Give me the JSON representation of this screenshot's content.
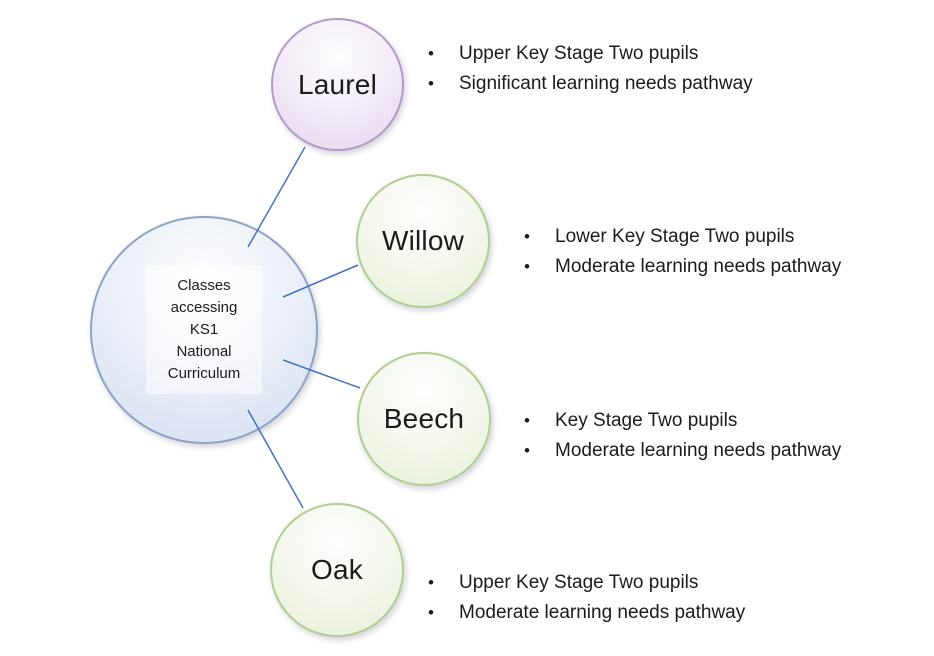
{
  "diagram": {
    "bullet_glyph": "•",
    "connector_color": "#4472c4",
    "center": {
      "label": "Classes accessing KS1 National Curriculum",
      "lines": [
        "Classes",
        "accessing",
        "KS1",
        "National",
        "Curriculum"
      ],
      "fill": "#dde5f3",
      "border": "#8da4c9"
    },
    "nodes": [
      {
        "id": "laurel",
        "label": "Laurel",
        "fill": "#ebdff2",
        "border": "#b29bc8",
        "bullets": [
          "Upper Key Stage Two pupils",
          "Significant learning needs pathway"
        ]
      },
      {
        "id": "willow",
        "label": "Willow",
        "fill": "#edf3e2",
        "border": "#b0cf90",
        "bullets": [
          "Lower Key Stage Two pupils",
          "Moderate learning needs pathway"
        ]
      },
      {
        "id": "beech",
        "label": "Beech",
        "fill": "#edf3e2",
        "border": "#b0cf90",
        "bullets": [
          "Key Stage Two pupils",
          "Moderate learning needs pathway"
        ]
      },
      {
        "id": "oak",
        "label": "Oak",
        "fill": "#edf3e2",
        "border": "#b0cf90",
        "bullets": [
          "Upper Key Stage Two pupils",
          "Moderate learning needs pathway"
        ]
      }
    ]
  }
}
